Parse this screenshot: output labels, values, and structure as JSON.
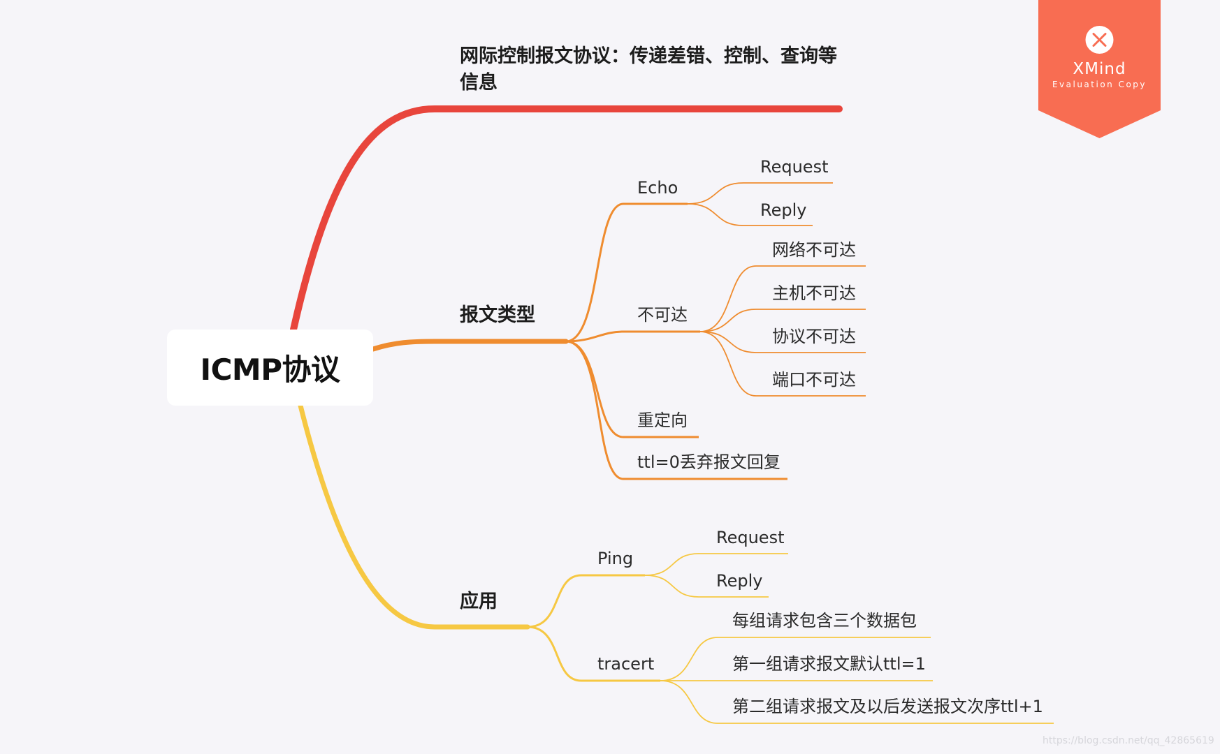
{
  "colors": {
    "background": "#f6f5f9",
    "branch_red": "#e8453c",
    "branch_orange": "#ef8c2f",
    "branch_yellow": "#f6c843",
    "watermark": "#f86d52"
  },
  "root": {
    "label": "ICMP协议"
  },
  "branches": {
    "description": {
      "text": "网际控制报文协议：传递差错、控制、查询等信息"
    },
    "message_types": {
      "label": "报文类型",
      "echo": {
        "label": "Echo",
        "children": [
          "Request",
          "Reply"
        ]
      },
      "unreachable": {
        "label": "不可达",
        "children": [
          "网络不可达",
          "主机不可达",
          "协议不可达",
          "端口不可达"
        ]
      },
      "redirect": {
        "label": "重定向"
      },
      "ttl_zero": {
        "label": "ttl=0丢弃报文回复"
      }
    },
    "applications": {
      "label": "应用",
      "ping": {
        "label": "Ping",
        "children": [
          "Request",
          "Reply"
        ]
      },
      "tracert": {
        "label": "tracert",
        "children": [
          "每组请求包含三个数据包",
          "第一组请求报文默认ttl=1",
          "第二组请求报文及以后发送报文次序ttl+1"
        ]
      }
    }
  },
  "watermark": {
    "icon": "xmind-x-icon",
    "title": "XMind",
    "subtitle": "Evaluation Copy"
  },
  "credit": "https://blog.csdn.net/qq_42865619"
}
